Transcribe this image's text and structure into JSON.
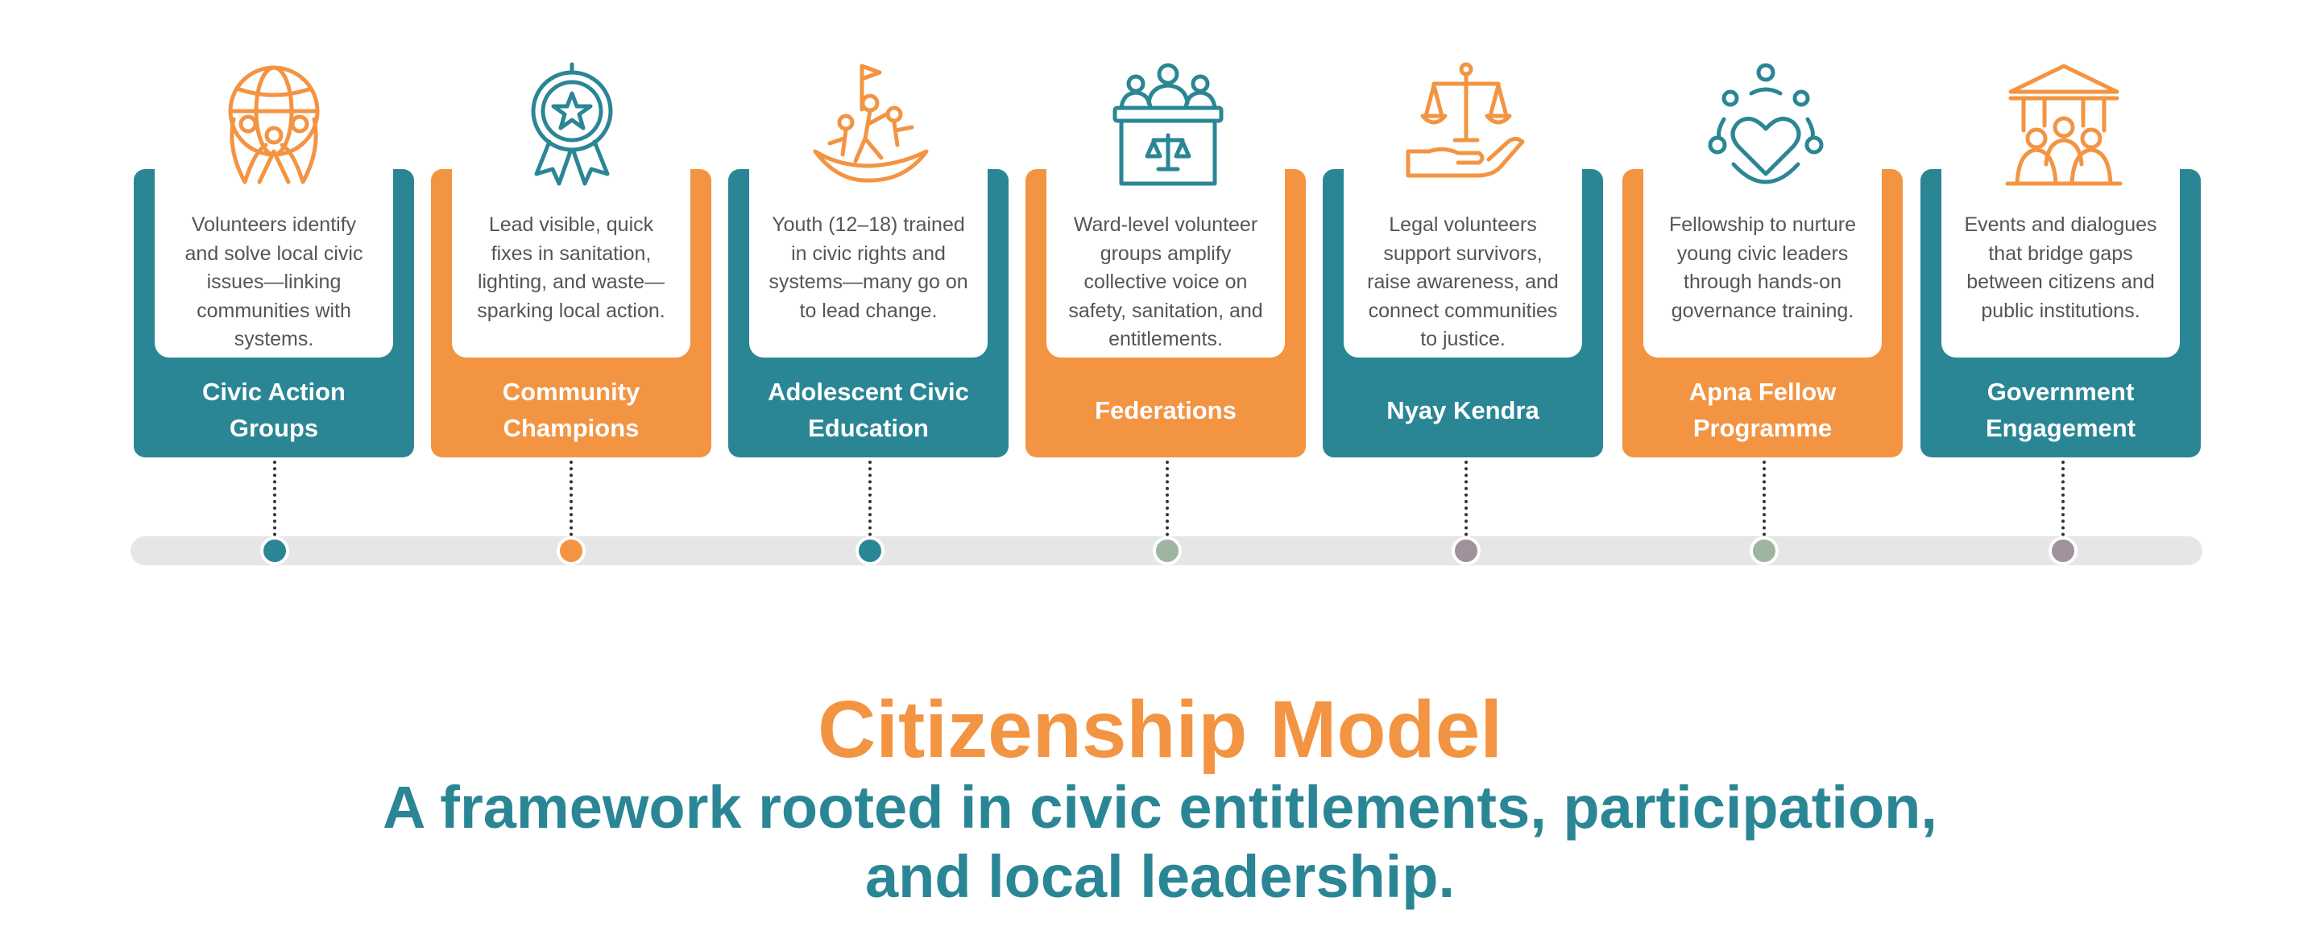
{
  "colors": {
    "teal": "#2a8695",
    "orange": "#f39442",
    "sage": "#9fb5a1",
    "mauve": "#a1919a",
    "track": "#e6e6e6"
  },
  "stages": [
    {
      "label": "Civic Action\nGroups",
      "description": "Volunteers identify\nand solve local civic\nissues—linking\ncommunities with\nsystems.",
      "color": "#2a8695",
      "dot_color": "#2a8695",
      "icon": "globe-hands-icon"
    },
    {
      "label": "Community\nChampions",
      "description": "Lead visible, quick\nfixes in sanitation,\nlighting, and waste—\nsparking local action.",
      "color": "#f39442",
      "dot_color": "#f39442",
      "icon": "award-medal-icon"
    },
    {
      "label": "Adolescent Civic\nEducation",
      "description": "Youth (12–18) trained\nin civic rights and\nsystems—many go on\nto lead change.",
      "color": "#2a8695",
      "dot_color": "#2a8695",
      "icon": "youth-flag-icon"
    },
    {
      "label": "Federations",
      "description": "Ward-level volunteer\ngroups amplify\ncollective voice on\nsafety, sanitation, and\nentitlements.",
      "color": "#f39442",
      "dot_color": "#9fb5a1",
      "icon": "council-podium-icon"
    },
    {
      "label": "Nyay Kendra",
      "description": "Legal volunteers\nsupport survivors,\nraise awareness, and\nconnect communities\nto justice.",
      "color": "#2a8695",
      "dot_color": "#a1919a",
      "icon": "scales-hand-icon"
    },
    {
      "label": "Apna Fellow\nProgramme",
      "description": "Fellowship to nurture\nyoung civic leaders\nthrough hands-on\ngovernance training.",
      "color": "#f39442",
      "dot_color": "#9fb5a1",
      "icon": "heart-people-icon"
    },
    {
      "label": "Government\nEngagement",
      "description": "Events and dialogues\nthat bridge gaps\nbetween citizens and\npublic institutions.",
      "color": "#2a8695",
      "dot_color": "#a1919a",
      "icon": "institution-people-icon"
    }
  ],
  "title": "Citizenship Model",
  "subtitle": "A framework rooted in civic entitlements, participation,\nand local leadership."
}
